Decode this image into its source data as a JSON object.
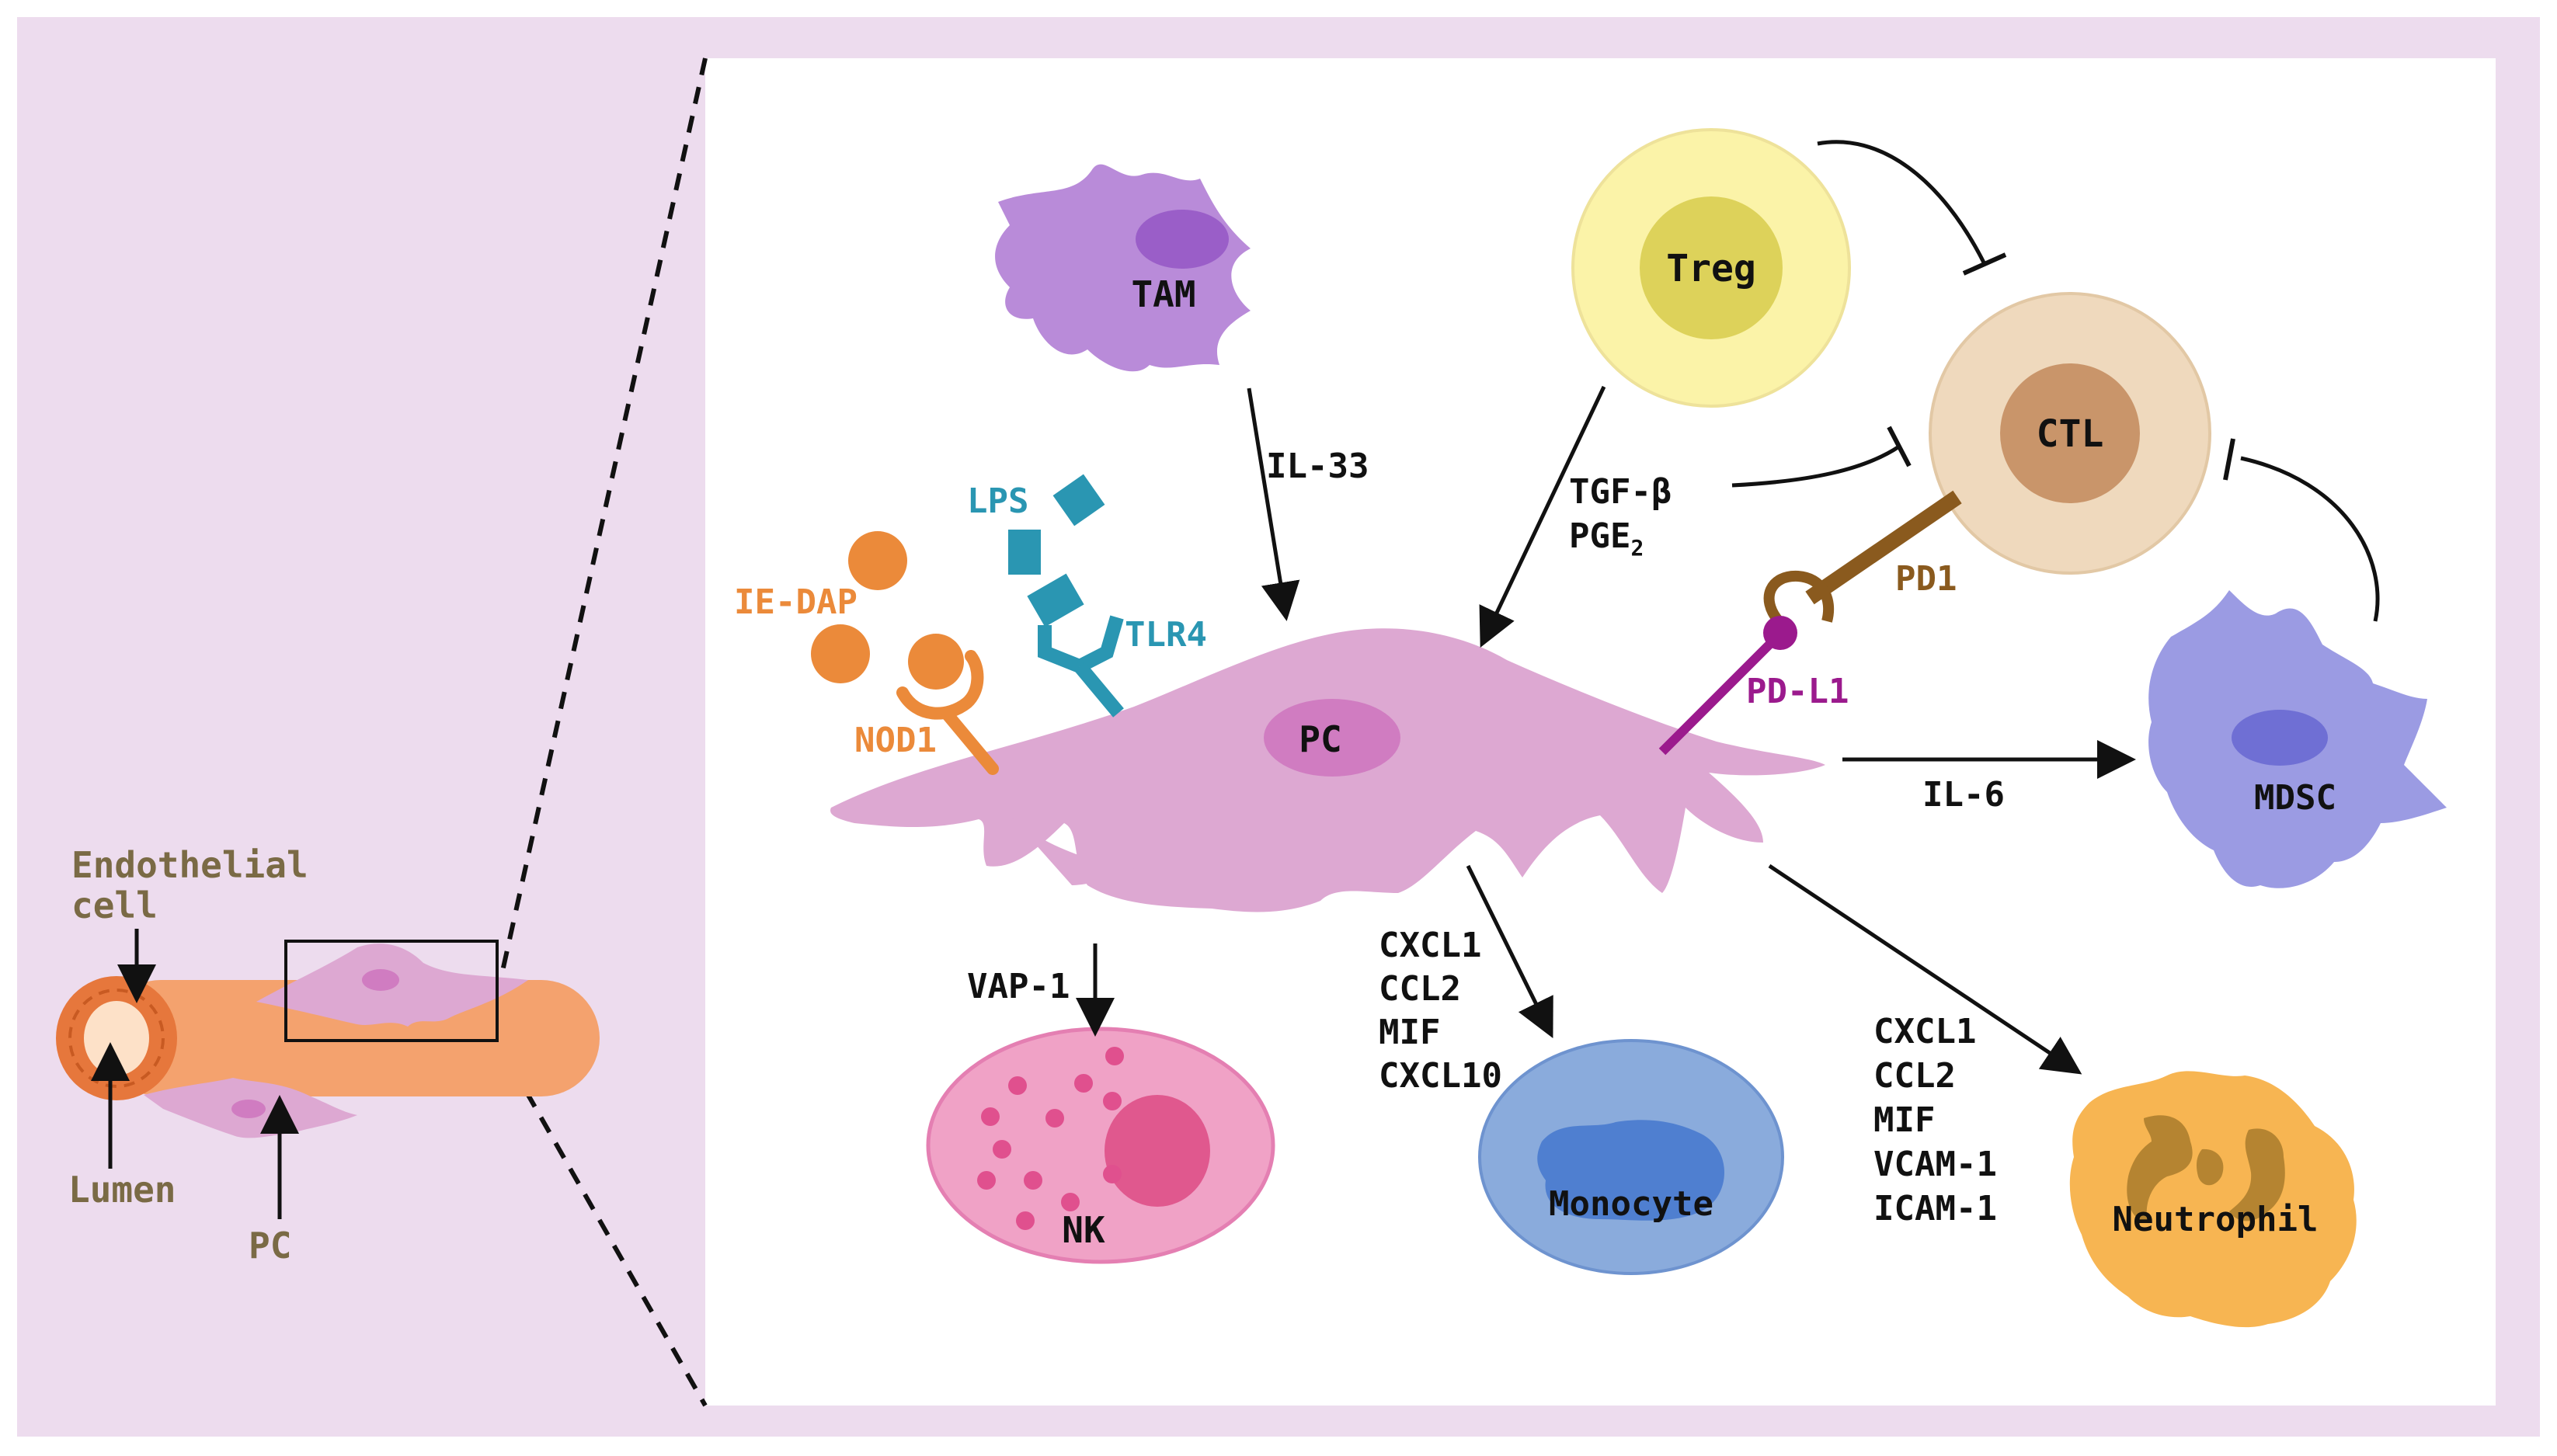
{
  "colors": {
    "frame": "#eddcee",
    "panel": "#ffffff",
    "vessel": "#f4a26e",
    "vessel_dark": "#e97a3e",
    "pc_fill": "#dda8d2",
    "pc_nucleus": "#d07cc1",
    "tam_fill": "#b98bd9",
    "tam_nucleus": "#9a5ec8",
    "treg_outer": "#fbf3a8",
    "treg_inner": "#ddd25a",
    "ctl_outer": "#efd9bd",
    "ctl_inner": "#c9956a",
    "mdsc_fill": "#9b9be3",
    "mdsc_nucleus": "#6f6fd4",
    "nk_fill": "#f0a2c6",
    "nk_dots": "#e0508e",
    "mono_fill": "#8aabdc",
    "mono_nucleus": "#4f7fd0",
    "neutro_fill": "#f7b552",
    "neutro_nucleus": "#b58431",
    "lps_color": "#2a96b2",
    "nod_color": "#eb8a3a",
    "pd1_color": "#8a5a1e",
    "pdl1_color": "#9b1a8d",
    "label_dark": "#7a6a45"
  },
  "overview": {
    "endothelial_label": [
      "Endothelial",
      "cell"
    ],
    "lumen_label": "Lumen",
    "pc_label": "PC"
  },
  "cells": {
    "tam": "TAM",
    "treg": "Treg",
    "ctl": "CTL",
    "pc": "PC",
    "mdsc": "MDSC",
    "nk": "NK",
    "monocyte": "Monocyte",
    "neutrophil": "Neutrophil"
  },
  "receptors": {
    "lps": "LPS",
    "tlr4": "TLR4",
    "ie_dap": "IE-DAP",
    "nod1": "NOD1",
    "pd1": "PD1",
    "pdl1": "PD-L1"
  },
  "signals": {
    "il33": "IL-33",
    "tgf_beta": "TGF-β",
    "pge2_main": "PGE",
    "pge2_sub": "2",
    "il6": "IL-6",
    "vap1": "VAP-1",
    "monocyte_factors": [
      "CXCL1",
      "CCL2",
      "MIF",
      "CXCL10"
    ],
    "neutrophil_factors": [
      "CXCL1",
      "CCL2",
      "MIF",
      "VCAM-1",
      "ICAM-1"
    ]
  }
}
